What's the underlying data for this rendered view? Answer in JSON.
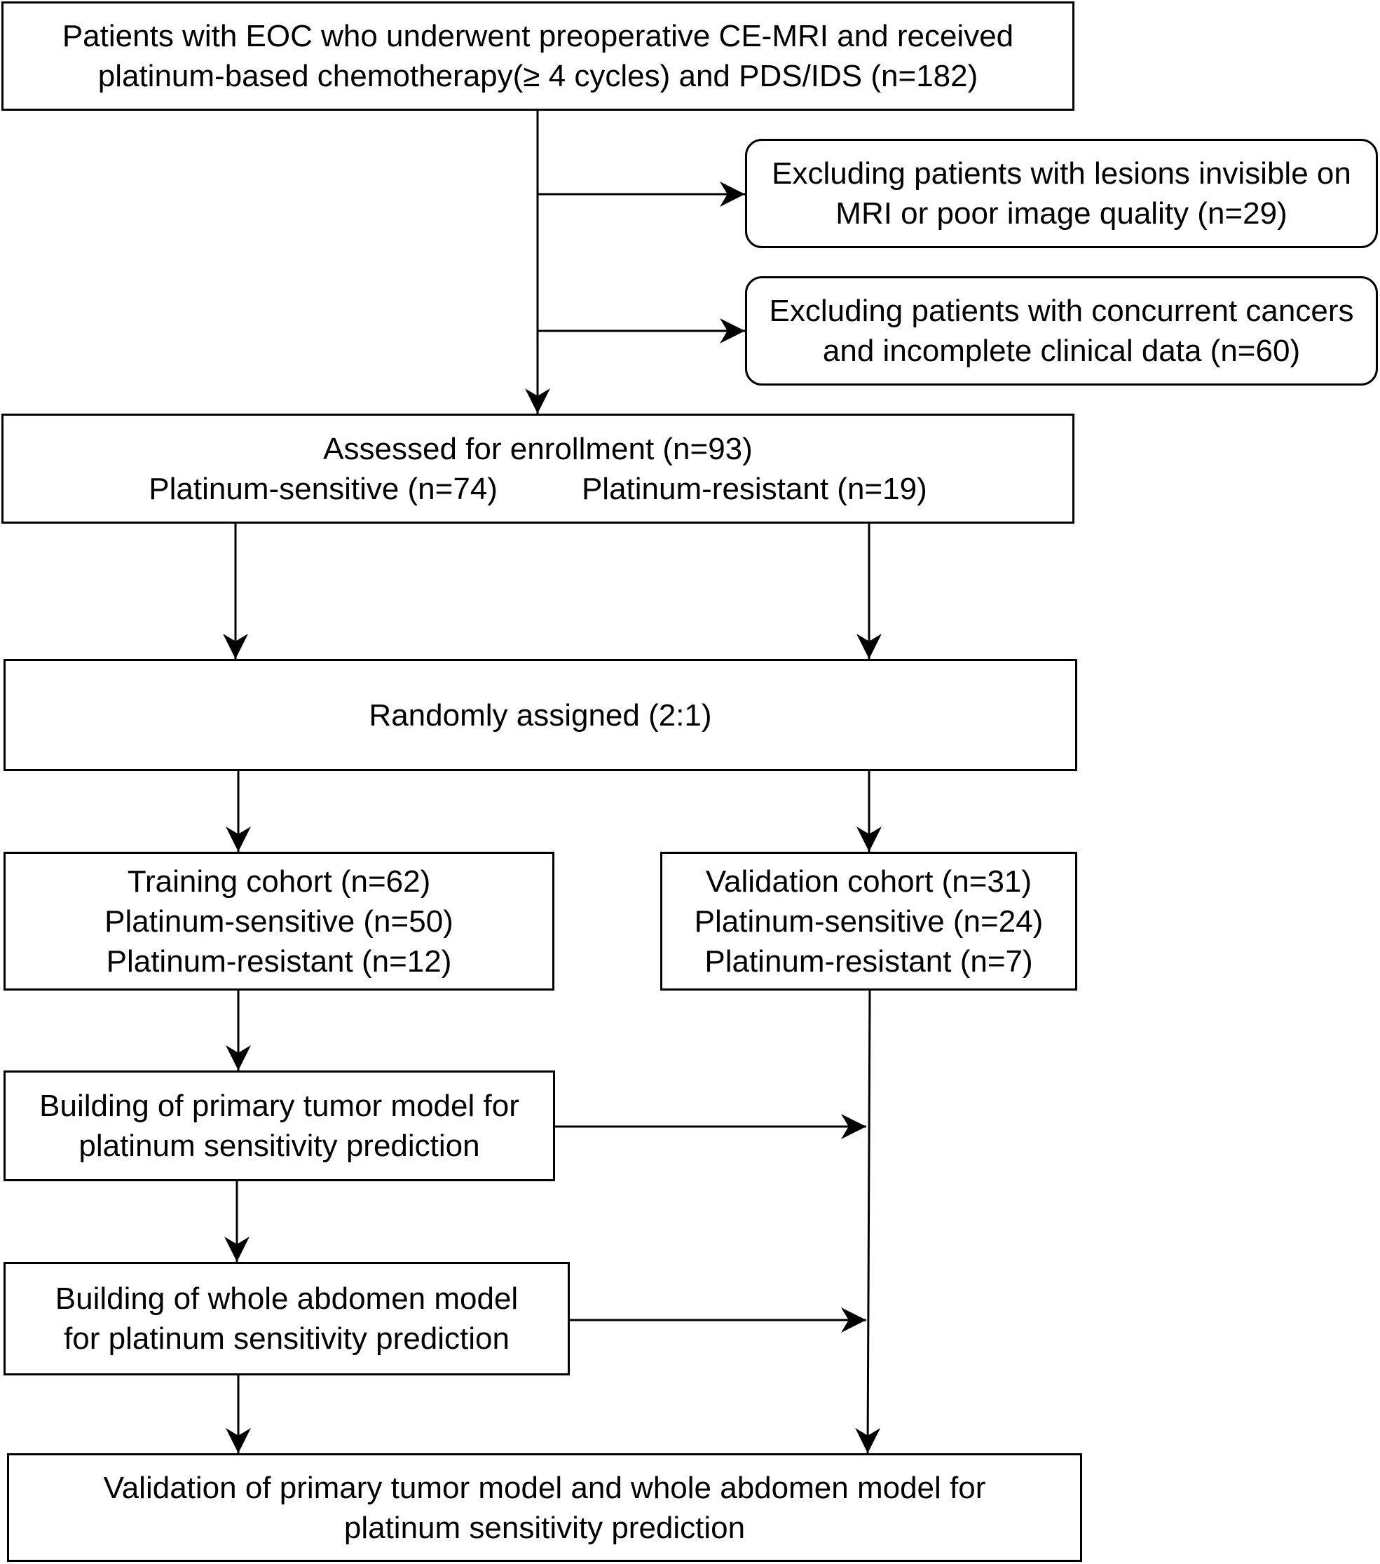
{
  "boxes": {
    "initial": {
      "line1": "Patients with EOC who underwent preoperative CE-MRI and received",
      "line2": "platinum-based chemotherapy(≥ 4 cycles) and PDS/IDS (n=182)"
    },
    "exclude1": {
      "line1": "Excluding patients with lesions invisible on",
      "line2": "MRI or poor image quality (n=29)"
    },
    "exclude2": {
      "line1": "Excluding patients with concurrent cancers",
      "line2": "and incomplete clinical data (n=60)"
    },
    "enrollment": {
      "line1": "Assessed for enrollment (n=93)",
      "sensitive": "Platinum-sensitive (n=74)",
      "resistant": "Platinum-resistant (n=19)"
    },
    "random": {
      "line1": "Randomly assigned (2:1)"
    },
    "training": {
      "line1": "Training cohort (n=62)",
      "line2": "Platinum-sensitive (n=50)",
      "line3": "Platinum-resistant (n=12)"
    },
    "validation": {
      "line1": "Validation cohort (n=31)",
      "line2": "Platinum-sensitive (n=24)",
      "line3": "Platinum-resistant (n=7)"
    },
    "primary_model": {
      "line1": "Building of primary tumor model for",
      "line2": "platinum sensitivity prediction"
    },
    "abdomen_model": {
      "line1": "Building of whole abdomen model",
      "line2": "for platinum sensitivity prediction"
    },
    "final": {
      "line1": "Validation of primary tumor model and whole abdomen model for",
      "line2": "platinum sensitivity prediction"
    }
  },
  "colors": {
    "stroke": "#000000",
    "background": "#ffffff"
  }
}
